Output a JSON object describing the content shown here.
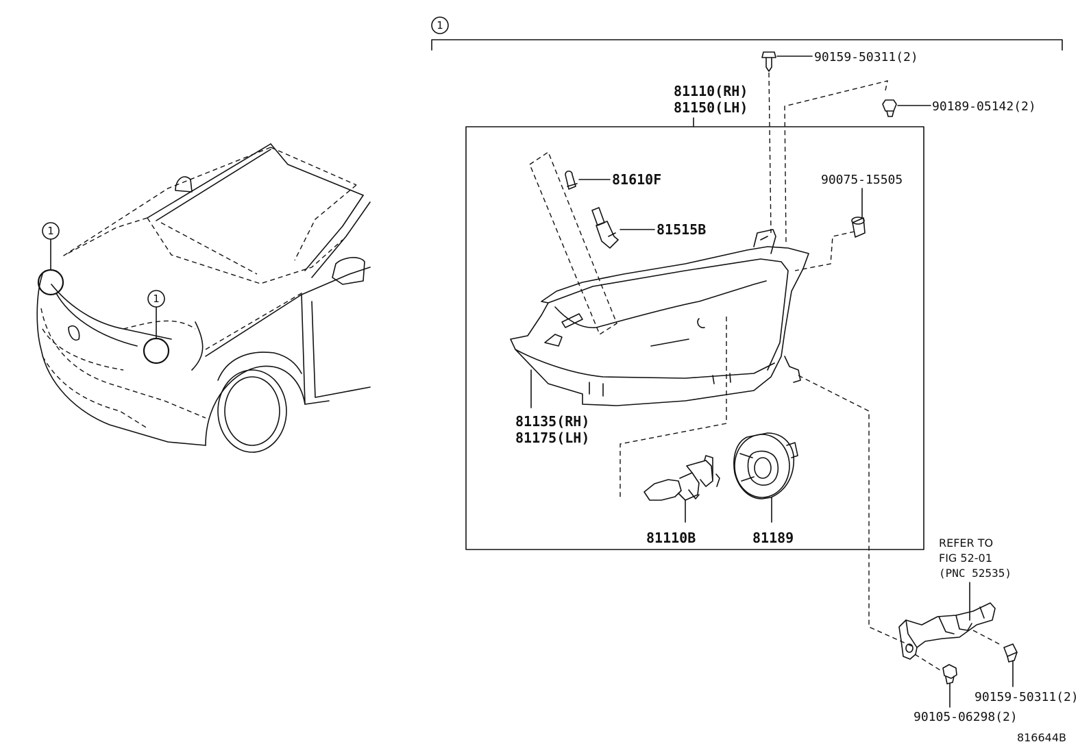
{
  "diagram": {
    "callout_symbol": "1",
    "labels": {
      "headlamp_assy": [
        "81110(RH)",
        "81150(LH)"
      ],
      "screw_top": "90159-50311(2)",
      "clip_top": "90189-05142(2)",
      "bulb_small": "81610F",
      "socket": "81515B",
      "grommet": "90075-15505",
      "housing": [
        "81135(RH)",
        "81175(LH)"
      ],
      "halogen_bulb": "81110B",
      "cover": "81189",
      "screw_bottom_right": "90159-50311(2)",
      "bolt_bottom": "90105-06298(2)"
    },
    "refer_note": {
      "line1": "REFER TO",
      "line2": "FIG 52-01",
      "line3": "(PNC 52535)"
    },
    "figure_id": "816644B",
    "icons": [
      "screw-icon",
      "clip-icon",
      "bulb-icon",
      "socket-icon",
      "grommet-icon",
      "halogen-bulb-icon",
      "dust-cover-icon",
      "bracket-icon",
      "bolt-icon"
    ]
  }
}
